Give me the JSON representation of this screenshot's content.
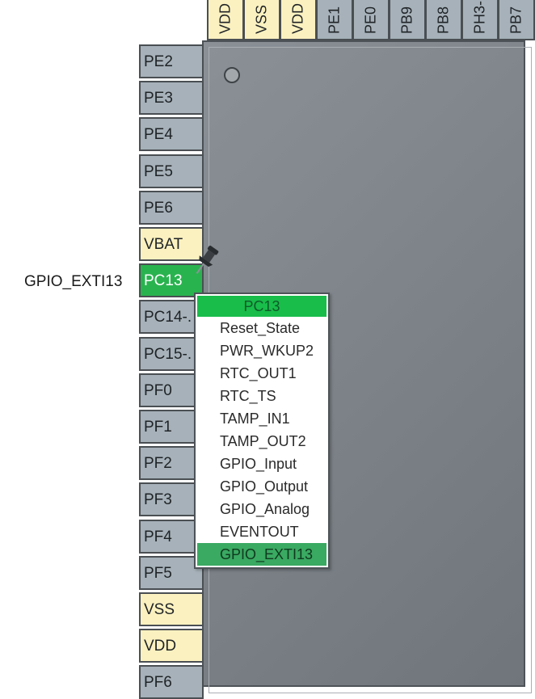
{
  "top_pins": [
    "VDD",
    "VSS",
    "VDD",
    "PE1",
    "PE0",
    "PB9",
    "PB8",
    "PH3-",
    "PB7"
  ],
  "left_pins": [
    {
      "label": "PE2",
      "type": "gpio"
    },
    {
      "label": "PE3",
      "type": "gpio"
    },
    {
      "label": "PE4",
      "type": "gpio"
    },
    {
      "label": "PE5",
      "type": "gpio"
    },
    {
      "label": "PE6",
      "type": "gpio"
    },
    {
      "label": "VBAT",
      "type": "power"
    },
    {
      "label": "PC13",
      "type": "assigned"
    },
    {
      "label": "PC14-.",
      "type": "gpio"
    },
    {
      "label": "PC15-.",
      "type": "gpio"
    },
    {
      "label": "PF0",
      "type": "gpio"
    },
    {
      "label": "PF1",
      "type": "gpio"
    },
    {
      "label": "PF2",
      "type": "gpio"
    },
    {
      "label": "PF3",
      "type": "gpio"
    },
    {
      "label": "PF4",
      "type": "gpio"
    },
    {
      "label": "PF5",
      "type": "gpio"
    },
    {
      "label": "VSS",
      "type": "power"
    },
    {
      "label": "VDD",
      "type": "power"
    },
    {
      "label": "PF6",
      "type": "gpio"
    }
  ],
  "pin_function_label": "GPIO_EXTI13",
  "popup": {
    "title": "PC13",
    "items": [
      "Reset_State",
      "PWR_WKUP2",
      "RTC_OUT1",
      "RTC_TS",
      "TAMP_IN1",
      "TAMP_OUT2",
      "GPIO_Input",
      "GPIO_Output",
      "GPIO_Analog",
      "EVENTOUT",
      "GPIO_EXTI13"
    ],
    "selected": "GPIO_EXTI13"
  },
  "colors": {
    "gpio_pin": "#a6b1b9",
    "power_pin": "#fbf1c0",
    "assigned_pin": "#29b34f",
    "chip_body": "#7c8288",
    "popup_header": "#18bd4a",
    "popup_selected": "#3aa962"
  }
}
